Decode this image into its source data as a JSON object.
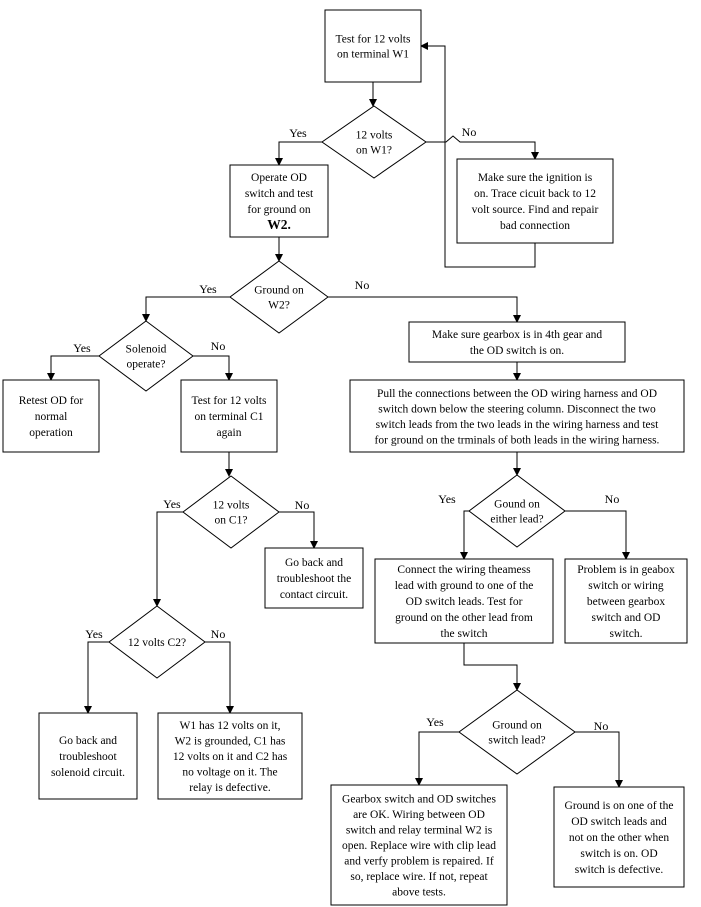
{
  "nodes": {
    "test_w1": {
      "lines": [
        "Test for 12 volts",
        "on terminal W1"
      ]
    },
    "dec_w1": {
      "lines": [
        "12 volts",
        "on W1?"
      ]
    },
    "make_sure_ignition": {
      "lines": [
        "Make sure the ignition is",
        "on. Trace cicuit back to 12",
        "volt source.  Find and repair",
        "bad connection"
      ]
    },
    "operate_od": {
      "lines": [
        "Operate OD",
        "switch and test",
        "for ground on",
        "W2."
      ]
    },
    "dec_ground_w2": {
      "lines": [
        "Ground on",
        "W2?"
      ]
    },
    "dec_solenoid": {
      "lines": [
        "Solenoid",
        "operate?"
      ]
    },
    "retest_od": {
      "lines": [
        "Retest OD for",
        "normal",
        "operation"
      ]
    },
    "test_c1": {
      "lines": [
        "Test for 12 volts",
        "on terminal C1",
        "again"
      ]
    },
    "dec_c1": {
      "lines": [
        "12 volts",
        "on C1?"
      ]
    },
    "go_back_contact": {
      "lines": [
        "Go back and",
        "troubleshoot the",
        "contact circuit."
      ]
    },
    "dec_c2": {
      "lines": [
        "12 volts C2?"
      ]
    },
    "go_back_solenoid": {
      "lines": [
        "Go back and",
        "troubleshoot",
        "solenoid circuit."
      ]
    },
    "relay_defective": {
      "lines": [
        "W1 has 12 volts on it,",
        "W2 is grounded, C1 has",
        "12 volts on it and C2 has",
        "no voltage on it.  The",
        "relay is defective."
      ]
    },
    "gearbox_4th": {
      "lines": [
        "Make sure gearbox is in 4th gear and",
        "the OD switch is on."
      ]
    },
    "pull_connections": {
      "lines": [
        "Pull the connections between the OD wiring harness and OD",
        "switch down below the steering column.  Disconnect the two",
        "switch leads from the two leads in the wiring harness and test",
        "for ground on the trminals of both leads in the wiring harness."
      ]
    },
    "dec_either_lead": {
      "lines": [
        "Gound on",
        "either lead?"
      ]
    },
    "connect_harness": {
      "lines": [
        "Connect the wiring theamess",
        "lead with ground to one of the",
        "OD switch leads.  Test for",
        "ground on the other lead from",
        "the switch"
      ]
    },
    "problem_gearbox": {
      "lines": [
        "Problem is in geabox",
        "switch or wiring",
        "between gearbox",
        "switch and OD",
        "switch."
      ]
    },
    "dec_switch_lead": {
      "lines": [
        "Ground on",
        "switch lead?"
      ]
    },
    "switches_ok": {
      "lines": [
        "Gearbox switch and OD switches",
        "are OK. Wiring between OD",
        "switch and relay terminal W2 is",
        "open. Replace wire with clip lead",
        "and verfy problem is repaired.  If",
        "so, replace wire.  If not, repeat",
        "above tests."
      ]
    },
    "ground_on_one": {
      "lines": [
        "Ground is on one of the",
        "OD switch leads and",
        "not on the other when",
        "switch is on.  OD",
        "switch is defective."
      ]
    }
  },
  "edge_labels": {
    "w1_yes": "Yes",
    "w1_no": "No",
    "w2_yes": "Yes",
    "w2_no": "No",
    "sol_yes": "Yes",
    "sol_no": "No",
    "c1_yes": "Yes",
    "c1_no": "No",
    "c2_yes": "Yes",
    "c2_no": "No",
    "either_yes": "Yes",
    "either_no": "No",
    "switch_yes": "Yes",
    "switch_no": "No"
  }
}
